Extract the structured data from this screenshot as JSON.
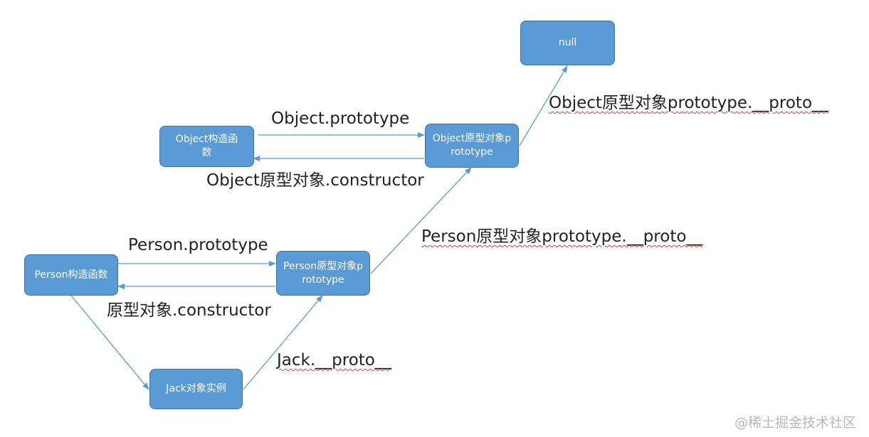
{
  "nodes": {
    "null_node": "null",
    "object_constructor": "Object构造函数",
    "object_prototype": "Object原型对象prototype",
    "person_constructor": "Person构造函数",
    "person_prototype": "Person原型对象prototype",
    "jack_instance": "Jack对象实例"
  },
  "edge_labels": {
    "object_prototype": "Object.prototype",
    "object_constructor": "Object原型对象.constructor",
    "object_proto_to_null": "Object原型对象prototype.__proto__",
    "person_proto_to_object": "Person原型对象prototype.__proto__",
    "person_prototype": "Person.prototype",
    "person_constructor": "原型对象.constructor",
    "jack_proto": "Jack.__proto__"
  },
  "colors": {
    "node_fill": "#5b9bd5",
    "node_border": "#41719c",
    "arrow": "#5b9bd5",
    "text": "#222222"
  },
  "watermark": "@稀土掘金技术社区"
}
